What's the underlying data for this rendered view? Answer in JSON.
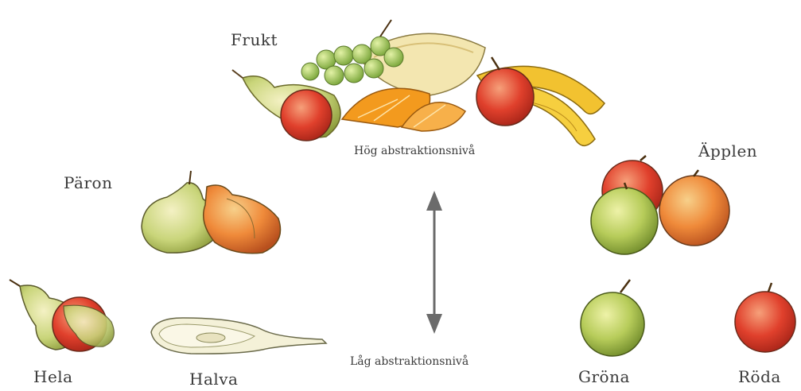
{
  "labels": {
    "top": "Frukt",
    "high_level": "Hög abstraktionsnivå",
    "low_level": "Låg abstraktionsnivå",
    "left_category": "Päron",
    "right_category": "Äpplen",
    "left_leaf_1": "Hela",
    "left_leaf_2": "Halva",
    "right_leaf_1": "Gröna",
    "right_leaf_2": "Röda"
  },
  "illustrations": {
    "fruit_basket": "fruit-basket-illustration",
    "pears_group": "pear-group-illustration",
    "apples_group": "apple-group-illustration",
    "whole_pears": "whole-pears-illustration",
    "half_pears": "sliced-pear-illustration",
    "green_apple": "green-apple-illustration",
    "red_apple": "red-apple-illustration",
    "scale_arrow": "double-arrow-icon"
  },
  "colors": {
    "text": "#3a3a3a",
    "arrow": "#6b6b6b",
    "grape_green": "#8fbf4a",
    "banana_yellow": "#f2c230",
    "orange": "#f39a1e",
    "apple_red": "#e0402c",
    "pear_green": "#c9d57a",
    "melon": "#f3e6b0"
  }
}
